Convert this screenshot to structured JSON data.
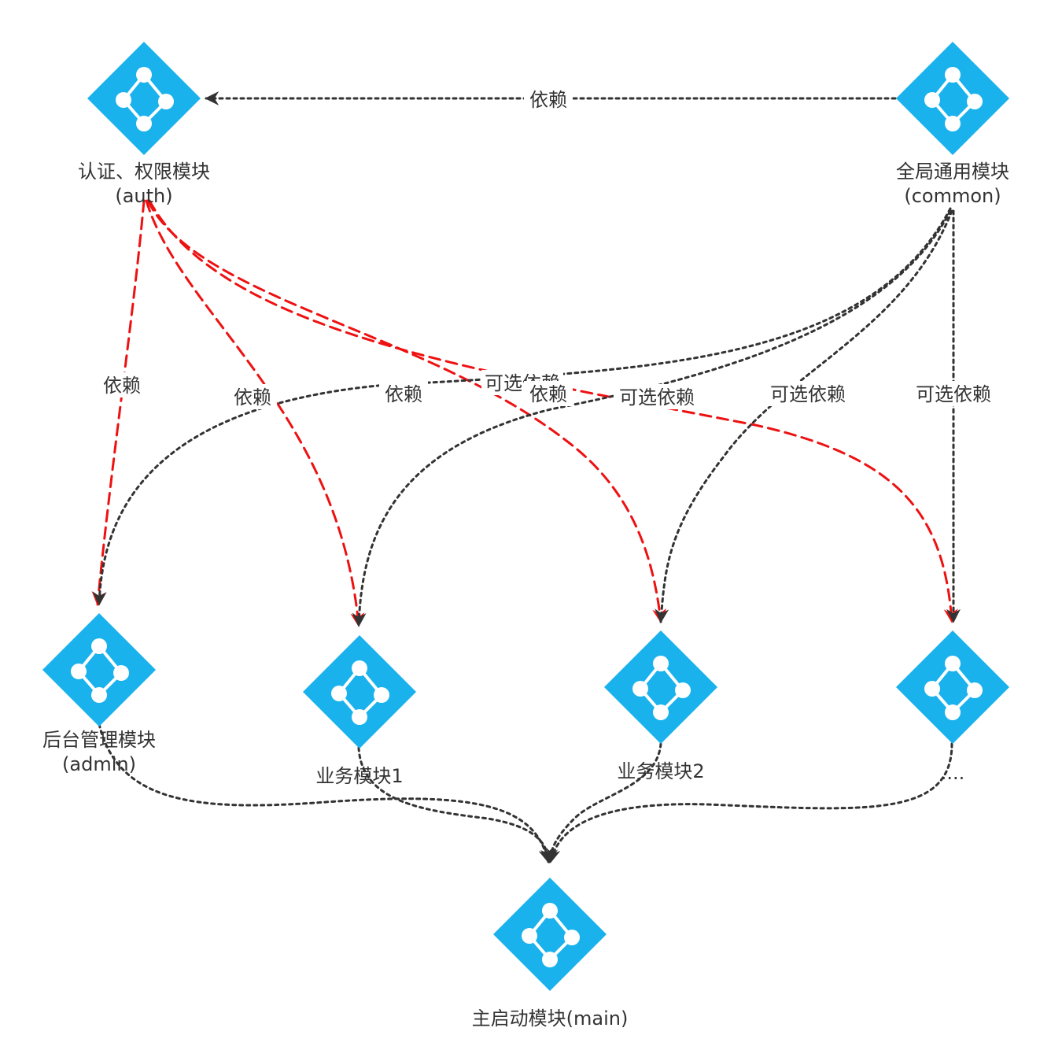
{
  "colors": {
    "module_fill": "#1ab2ec",
    "module_icon": "#ffffff",
    "dep_edge": "#ee1111",
    "optional_edge": "#333333",
    "label_text": "#333333",
    "label_bg": "#ffffff"
  },
  "icon_name": "module-diamond-icon",
  "nodes": {
    "auth": {
      "line1": "认证、权限模块",
      "line2": "(auth)"
    },
    "common": {
      "line1": "全局通用模块",
      "line2": "(common)"
    },
    "admin": {
      "line1": "后台管理模块",
      "line2": "(admin)"
    },
    "biz1": {
      "line1": "业务模块1",
      "line2": ""
    },
    "biz2": {
      "line1": "业务模块2",
      "line2": ""
    },
    "more": {
      "line1": "....",
      "line2": ""
    },
    "main": {
      "line1": "主启动模块(main)",
      "line2": ""
    }
  },
  "edges": {
    "common_auth": "依赖",
    "auth_admin": "依赖",
    "auth_biz1": "依赖",
    "auth_biz2": "依赖",
    "auth_more": "依赖",
    "common_admin": "可选依赖",
    "common_biz1": "可选依赖",
    "common_biz2": "可选依赖",
    "common_more": "可选依赖"
  }
}
